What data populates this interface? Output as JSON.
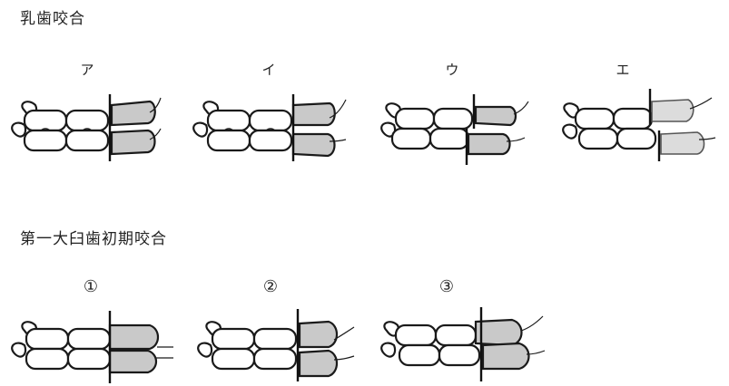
{
  "primary_section": {
    "title": "乳歯咬合",
    "items": [
      "ア",
      "イ",
      "ウ",
      "エ"
    ]
  },
  "first_molar_section": {
    "title": "第一大臼歯初期咬合",
    "items": [
      "①",
      "②",
      "③"
    ]
  }
}
